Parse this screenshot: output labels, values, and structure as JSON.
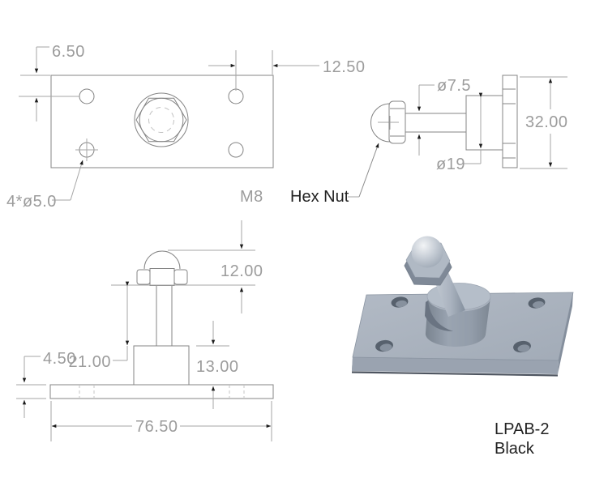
{
  "title": "LPAB-2 ball stud bracket engineering drawing",
  "top_view": {
    "edge_offset": "6.50",
    "hole_offset": "12.50",
    "holes_note": "4*ø5.0",
    "thread": "M8"
  },
  "side_view": {
    "stud_diameter": "ø7.5",
    "boss_diameter": "ø19",
    "plate_width": "32.00",
    "nut_callout": "Hex Nut"
  },
  "front_view": {
    "nut_ball_height": "12.00",
    "plate_thickness": "4.50",
    "stud_height": "21.00",
    "boss_height": "13.00",
    "plate_length": "76.50"
  },
  "part_label": {
    "model": "LPAB-2",
    "color": "Black"
  },
  "colors": {
    "object_line": "#848484",
    "dimension_line": "#a6a6a6",
    "dimension_text": "#9c9c9c",
    "annotation_text": "#222222",
    "arrowhead": "#1c1c1c",
    "part_light": "#c4cbd4",
    "part_mid": "#a9b2be",
    "part_dark": "#77818f"
  }
}
